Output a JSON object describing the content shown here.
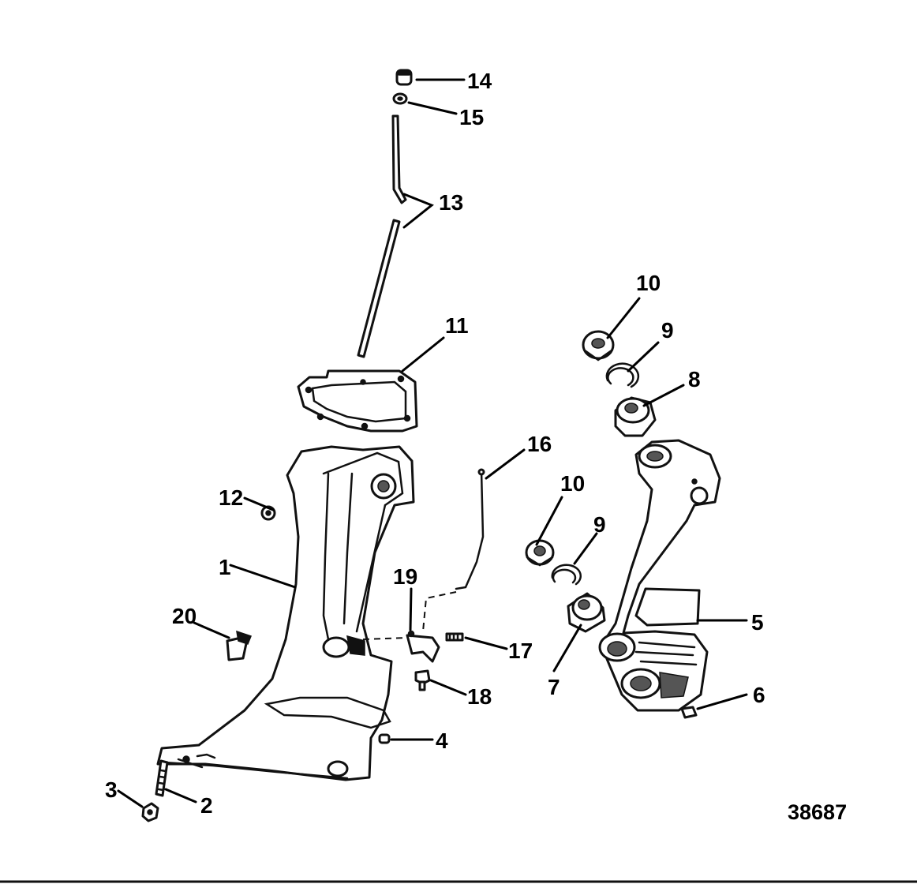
{
  "figure_number": "38687",
  "callouts": [
    {
      "label": "1"
    },
    {
      "label": "2"
    },
    {
      "label": "3"
    },
    {
      "label": "4"
    },
    {
      "label": "5"
    },
    {
      "label": "6"
    },
    {
      "label": "7"
    },
    {
      "label": "8"
    },
    {
      "label": "9"
    },
    {
      "label": "9"
    },
    {
      "label": "10"
    },
    {
      "label": "10"
    },
    {
      "label": "11"
    },
    {
      "label": "12"
    },
    {
      "label": "13"
    },
    {
      "label": "14"
    },
    {
      "label": "15"
    },
    {
      "label": "16"
    },
    {
      "label": "17"
    },
    {
      "label": "18"
    },
    {
      "label": "19"
    },
    {
      "label": "20"
    }
  ]
}
